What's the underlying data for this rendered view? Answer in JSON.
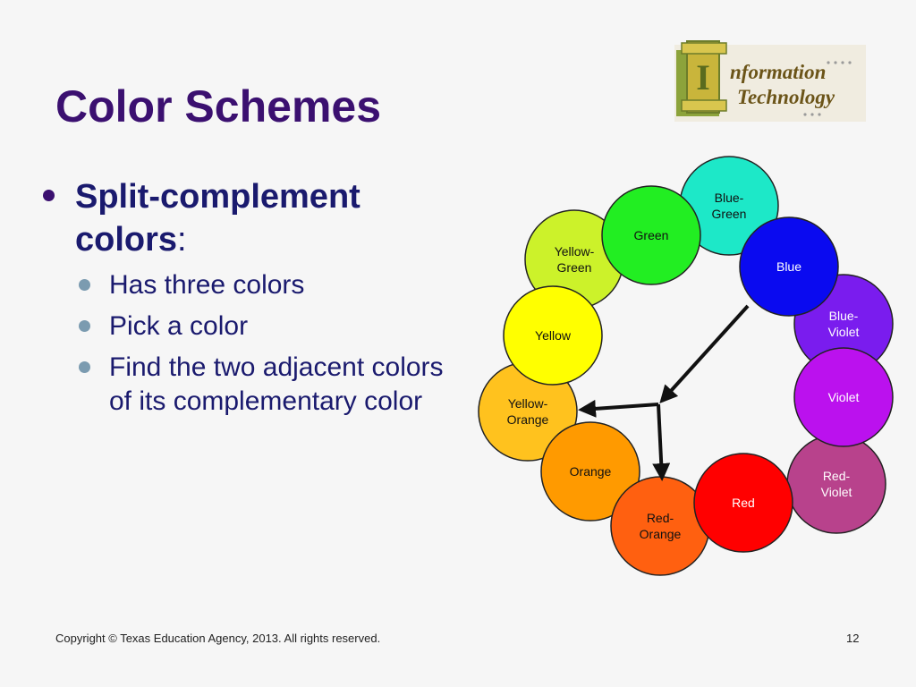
{
  "slide": {
    "title": "Color Schemes",
    "bullet": {
      "term": "Split-complement colors",
      "suffix": ":"
    },
    "sub_bullets": [
      "Has three colors",
      "Pick a color",
      "Find the two adjacent colors of its complementary color"
    ]
  },
  "logo": {
    "letter": "I",
    "line1": "nformation",
    "line2": "Technology"
  },
  "wheel": {
    "colors": [
      {
        "name": "Blue-Green",
        "lines": [
          "Blue-",
          "Green"
        ],
        "fill": "#1de8c8"
      },
      {
        "name": "Green",
        "lines": [
          "Green"
        ],
        "fill": "#22ee22"
      },
      {
        "name": "Yellow-Green",
        "lines": [
          "Yellow-",
          "Green"
        ],
        "fill": "#ccf22a"
      },
      {
        "name": "Yellow",
        "lines": [
          "Yellow"
        ],
        "fill": "#ffff00"
      },
      {
        "name": "Yellow-Orange",
        "lines": [
          "Yellow-",
          "Orange"
        ],
        "fill": "#ffc21e"
      },
      {
        "name": "Orange",
        "lines": [
          "Orange"
        ],
        "fill": "#ff9a00"
      },
      {
        "name": "Red-Orange",
        "lines": [
          "Red-",
          "Orange"
        ],
        "fill": "#ff6010"
      },
      {
        "name": "Red",
        "lines": [
          "Red"
        ],
        "fill": "#ff0000"
      },
      {
        "name": "Red-Violet",
        "lines": [
          "Red-",
          "Violet"
        ],
        "fill": "#b8428c"
      },
      {
        "name": "Violet",
        "lines": [
          "Violet"
        ],
        "fill": "#bb11ee"
      },
      {
        "name": "Blue-Violet",
        "lines": [
          "Blue-",
          "Violet"
        ],
        "fill": "#7a1cee"
      },
      {
        "name": "Blue",
        "lines": [
          "Blue"
        ],
        "fill": "#0a0af0"
      }
    ]
  },
  "footer": {
    "copyright": "Copyright © Texas Education Agency, 2013.  All rights reserved.",
    "page": "12"
  }
}
